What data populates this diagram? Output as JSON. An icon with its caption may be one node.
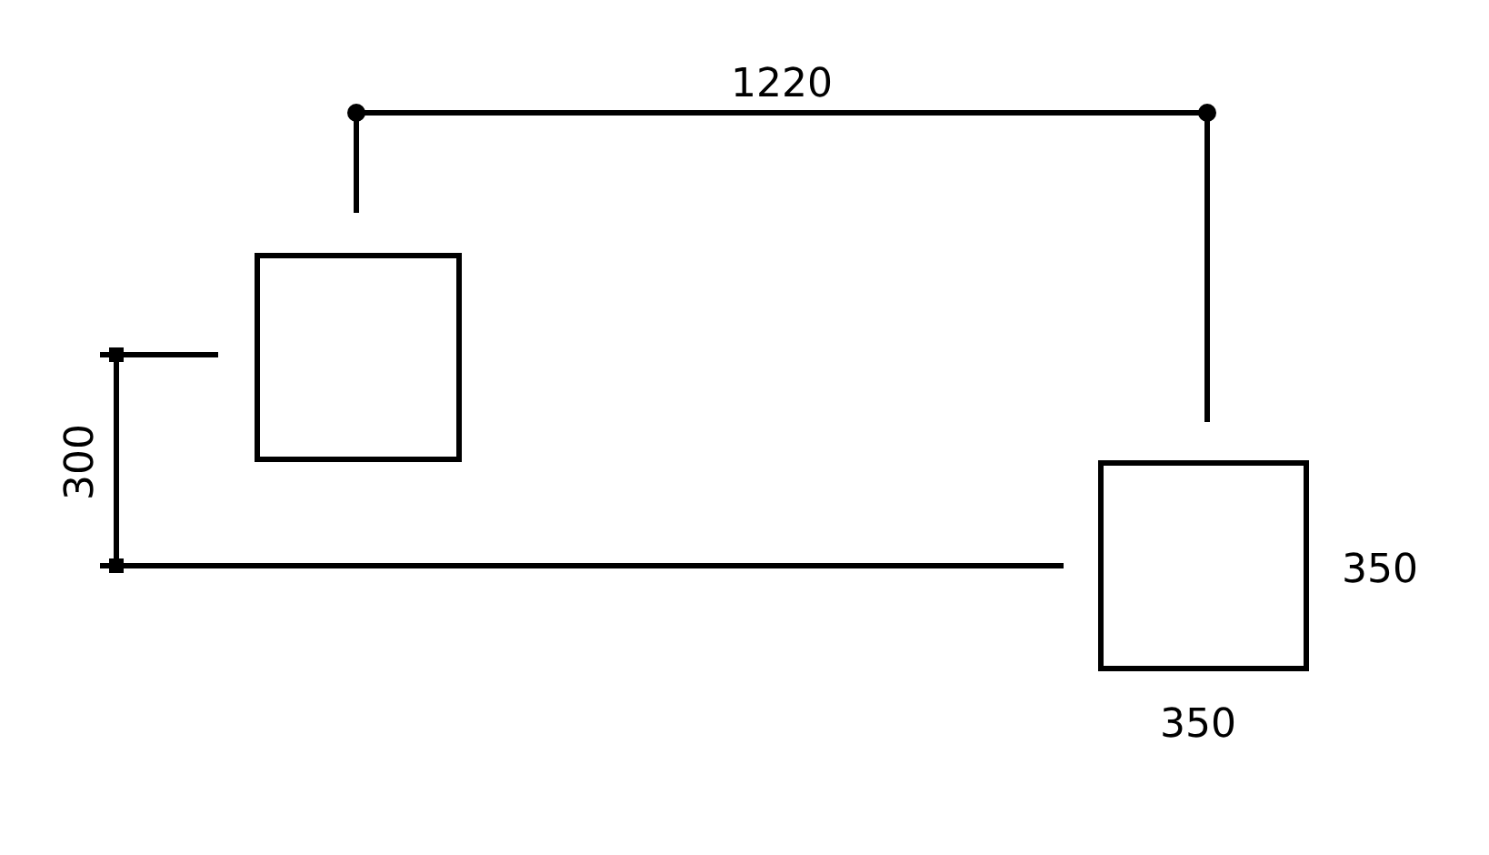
{
  "diagram": {
    "nodes": [
      {
        "text": [],
        "shape": "box"
      },
      {
        "text": [],
        "shape": "box"
      }
    ],
    "labels": [
      "1220",
      "300",
      "350",
      "350"
    ]
  }
}
